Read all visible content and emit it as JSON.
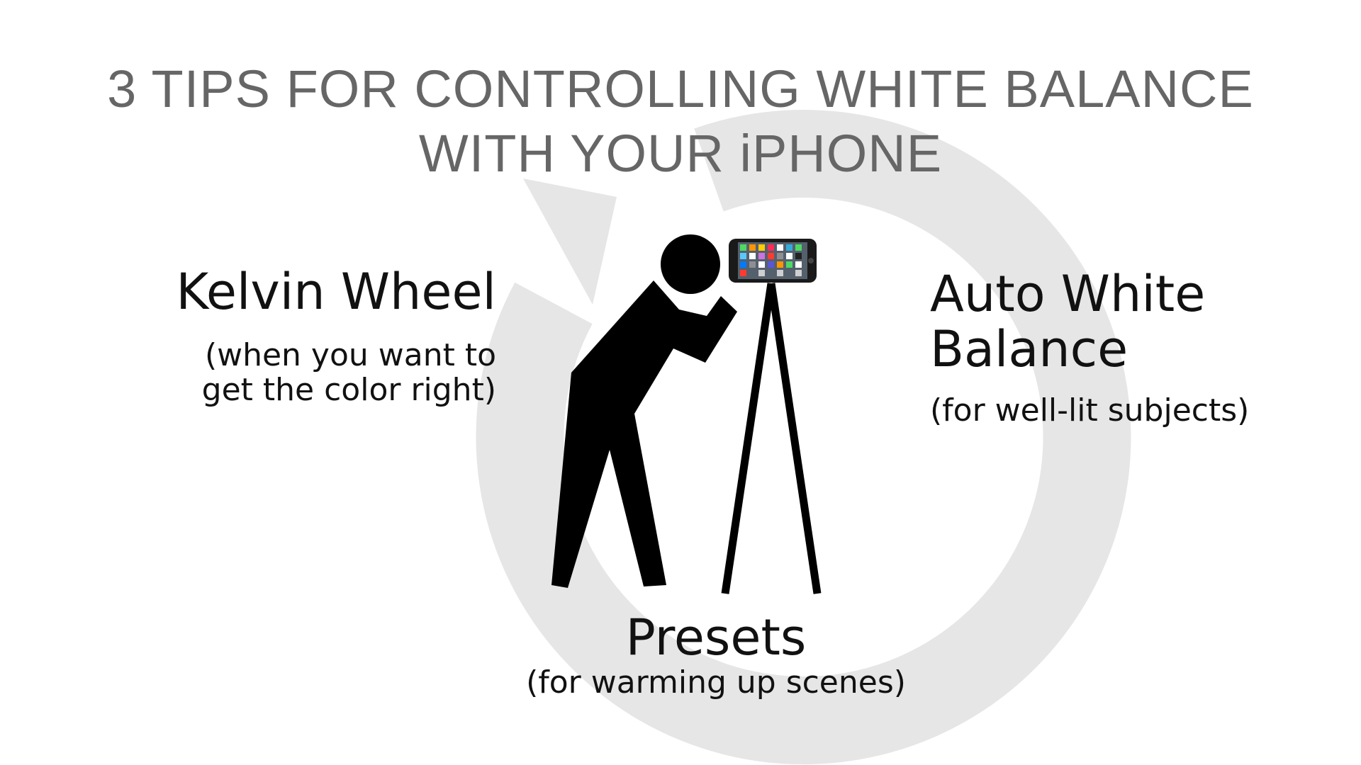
{
  "title": {
    "line1": "3 TIPS FOR CONTROLLING WHITE BALANCE",
    "line2": "WITH YOUR iPHONE"
  },
  "tips": [
    {
      "heading": "Kelvin Wheel",
      "note_lines": [
        "(when you want to",
        "get the color right)"
      ]
    },
    {
      "heading_lines": [
        "Auto White",
        "Balance"
      ],
      "note": "(for well-lit subjects)"
    },
    {
      "heading": "Presets",
      "note": "(for warming up scenes)"
    }
  ],
  "colors": {
    "title_text": "#666666",
    "body_text": "#111111",
    "cycle_ring": "#e6e6e6",
    "figure": "#000000"
  },
  "icons": [
    "cycle-arrow-icon",
    "photographer-figure-icon",
    "tripod-icon",
    "iphone-icon"
  ]
}
